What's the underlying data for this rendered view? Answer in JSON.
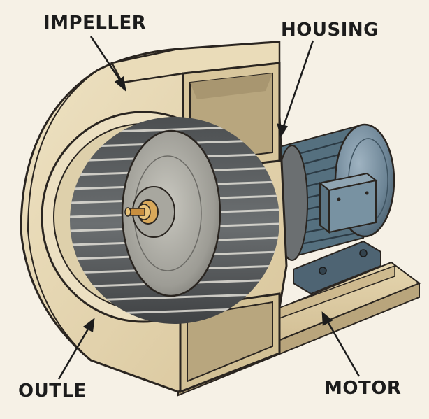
{
  "labels": {
    "impeller": "IMPELLER",
    "housing": "HOUSING",
    "outlet": "OUTLE",
    "motor": "MOTOR"
  },
  "colors": {
    "background": "#f6f1e6",
    "housing": "#e7d8b4",
    "impeller": "#8a8a84",
    "motor": "#6d8596",
    "outline": "#2a2520"
  }
}
